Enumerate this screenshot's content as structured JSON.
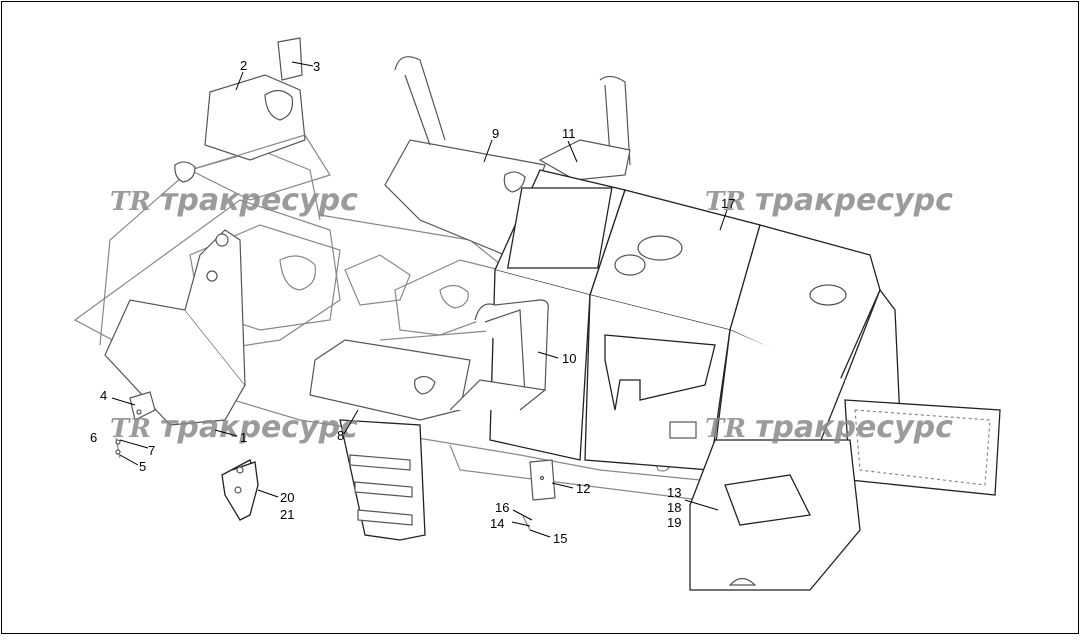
{
  "watermark": {
    "logo": "TR",
    "text": "тракресурс",
    "color": "#8a8a8a"
  },
  "callouts": {
    "c1": "1",
    "c2": "2",
    "c3": "3",
    "c4": "4",
    "c5": "5",
    "c6": "6",
    "c7": "7",
    "c8": "8",
    "c9": "9",
    "c10": "10",
    "c11": "11",
    "c12": "12",
    "c13": "13",
    "c14": "14",
    "c15": "15",
    "c16": "16",
    "c17": "17",
    "c18": "18",
    "c19": "19",
    "c20": "20",
    "c21": "21"
  }
}
